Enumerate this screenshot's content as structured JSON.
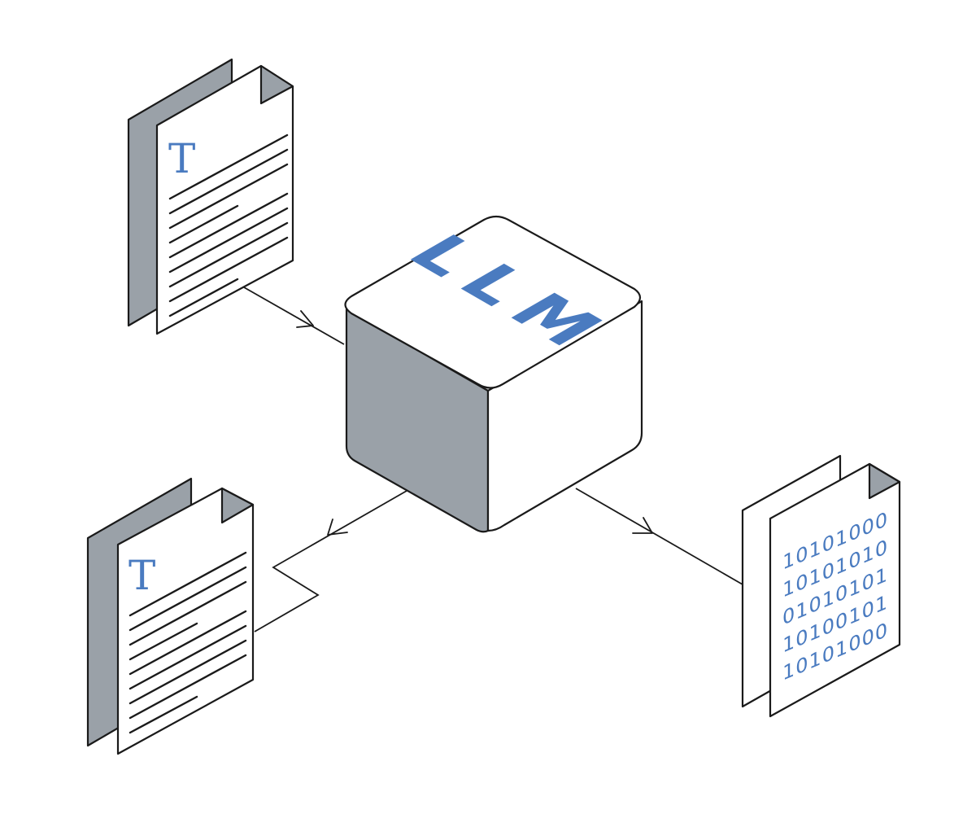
{
  "colors": {
    "accent": "#4a7bc0",
    "shade": "#9aa1a8",
    "outline": "#1a1a1a",
    "paper": "#ffffff"
  },
  "model": {
    "label": "LLM"
  },
  "input_document": {
    "glyph": "T",
    "icon": "text-document-icon"
  },
  "output_document": {
    "glyph": "T",
    "icon": "text-document-icon"
  },
  "binary_document": {
    "icon": "binary-document-icon",
    "rows": [
      "10101000",
      "10101010",
      "01010101",
      "10100101",
      "10101000"
    ]
  }
}
